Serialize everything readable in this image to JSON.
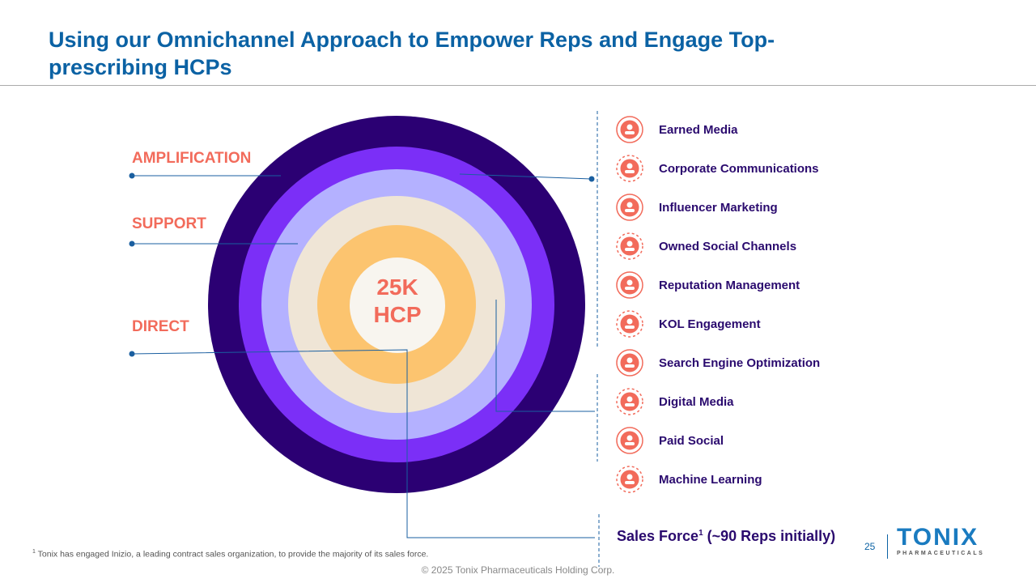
{
  "title": "Using our Omnichannel Approach to Empower Reps and Engage Top-prescribing HCPs",
  "center": {
    "line1": "25K",
    "line2": "HCP"
  },
  "tiers": [
    "AMPLIFICATION",
    "SUPPORT",
    "DIRECT"
  ],
  "channels": [
    {
      "label": "Earned Media",
      "icon": "media-dashboard-icon"
    },
    {
      "label": "Corporate Communications",
      "icon": "group-cycle-icon"
    },
    {
      "label": "Influencer Marketing",
      "icon": "influencer-icon"
    },
    {
      "label": "Owned Social Channels",
      "icon": "phone-chat-icon"
    },
    {
      "label": "Reputation Management",
      "icon": "award-badge-icon"
    },
    {
      "label": "KOL Engagement",
      "icon": "people-icon"
    },
    {
      "label": "Search Engine Optimization",
      "icon": "gear-check-icon"
    },
    {
      "label": "Digital Media",
      "icon": "digital-hand-icon"
    },
    {
      "label": "Paid Social",
      "icon": "phone-chat-icon"
    },
    {
      "label": "Machine Learning",
      "icon": "cloud-network-icon"
    }
  ],
  "sales": {
    "text": "Sales Force",
    "sup": "1",
    "rest": " (~90 Reps initially)"
  },
  "footnote": {
    "sup": "1",
    "text": "Tonix has engaged Inizio, a leading contract sales organization, to provide the majority of its sales force."
  },
  "copyright": "© 2025 Tonix Pharmaceuticals Holding Corp.",
  "page_number": "25",
  "logo": {
    "name": "TONIX",
    "sub": "PHARMACEUTICALS"
  },
  "colors": {
    "title": "#0b62a4",
    "accent": "#f26b5b",
    "text": "#2a0a6e"
  }
}
